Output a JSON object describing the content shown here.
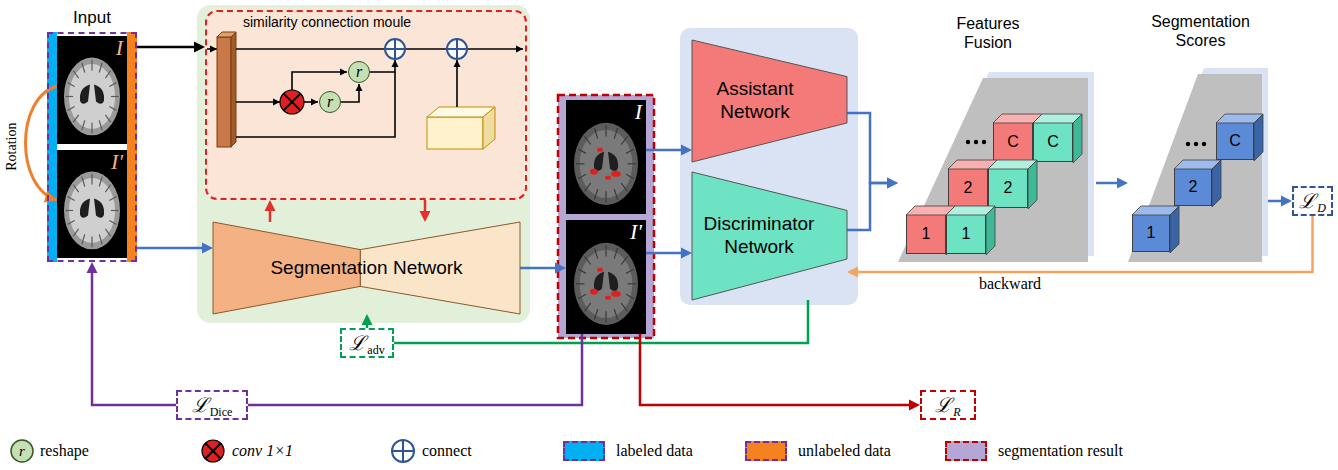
{
  "diagram": {
    "nodes": [
      {
        "text": [
          "Input"
        ]
      },
      {
        "text": [
          "I"
        ],
        "in": 0
      },
      {
        "text": [
          "I'"
        ],
        "in": 0
      },
      {
        "text": [
          "similarity connection moule"
        ]
      },
      {
        "text": [
          "r"
        ],
        "in": 3
      },
      {
        "text": [
          "r"
        ],
        "in": 3
      },
      {
        "text": [
          "Segmentation Network"
        ]
      },
      {
        "text": [
          "I"
        ]
      },
      {
        "text": [
          "I'"
        ]
      },
      {
        "text": [
          "Assistant Network"
        ]
      },
      {
        "text": [
          "Discriminator Network"
        ]
      },
      {
        "text": [
          "Features Fusion"
        ]
      },
      {
        "text": [
          "C"
        ],
        "in": 11
      },
      {
        "text": [
          "C"
        ],
        "in": 11
      },
      {
        "text": [
          "2"
        ],
        "in": 11
      },
      {
        "text": [
          "2"
        ],
        "in": 11
      },
      {
        "text": [
          "1"
        ],
        "in": 11
      },
      {
        "text": [
          "1"
        ],
        "in": 11
      },
      {
        "text": [
          "Segmentation Scores"
        ]
      },
      {
        "text": [
          "C"
        ],
        "in": 18
      },
      {
        "text": [
          "2"
        ],
        "in": 18
      },
      {
        "text": [
          "1"
        ],
        "in": 18
      },
      {
        "text": [
          "ℒ",
          "D"
        ]
      },
      {
        "text": [
          "ℒ",
          "adv"
        ]
      },
      {
        "text": [
          "ℒ",
          "Dice"
        ]
      },
      {
        "text": [
          "ℒ",
          "R"
        ]
      }
    ],
    "edges": [
      {
        "from": 1,
        "to": 2,
        "arrow": "to",
        "label": "Rotation"
      },
      {
        "from": 0,
        "to": 3,
        "arrow": "to"
      },
      {
        "from": 0,
        "to": 6,
        "arrow": "to"
      },
      {
        "from": 6,
        "to": 3,
        "arrow": "to"
      },
      {
        "from": 3,
        "to": 6,
        "arrow": "to"
      },
      {
        "from": 6,
        "to": 8,
        "arrow": "to"
      },
      {
        "from": 7,
        "to": 9,
        "arrow": "to"
      },
      {
        "from": 8,
        "to": 10,
        "arrow": "to"
      },
      {
        "from": 9,
        "to": 11,
        "arrow": "to"
      },
      {
        "from": 10,
        "to": 11,
        "arrow": "to"
      },
      {
        "from": 11,
        "to": 18,
        "arrow": "to"
      },
      {
        "from": 18,
        "to": 22,
        "arrow": "to"
      },
      {
        "from": 22,
        "to": 10,
        "arrow": "to",
        "label": "backward"
      },
      {
        "from": 10,
        "to": 23,
        "arrow": "none"
      },
      {
        "from": 23,
        "to": 6,
        "arrow": "to"
      },
      {
        "from": 8,
        "to": 24,
        "arrow": "none"
      },
      {
        "from": 24,
        "to": 0,
        "arrow": "to"
      },
      {
        "from": 8,
        "to": 25,
        "arrow": "to"
      }
    ],
    "labels": [
      "r"
    ],
    "legend": [
      {
        "text": "reshape"
      },
      {
        "text": "conv 1×1"
      },
      {
        "text": "connect"
      },
      {
        "text": "labeled data",
        "color": "#00b0f0"
      },
      {
        "text": "unlabeled data",
        "color": "#f58220"
      },
      {
        "text": "segmentation result",
        "color": "#b4a7d6"
      }
    ]
  }
}
